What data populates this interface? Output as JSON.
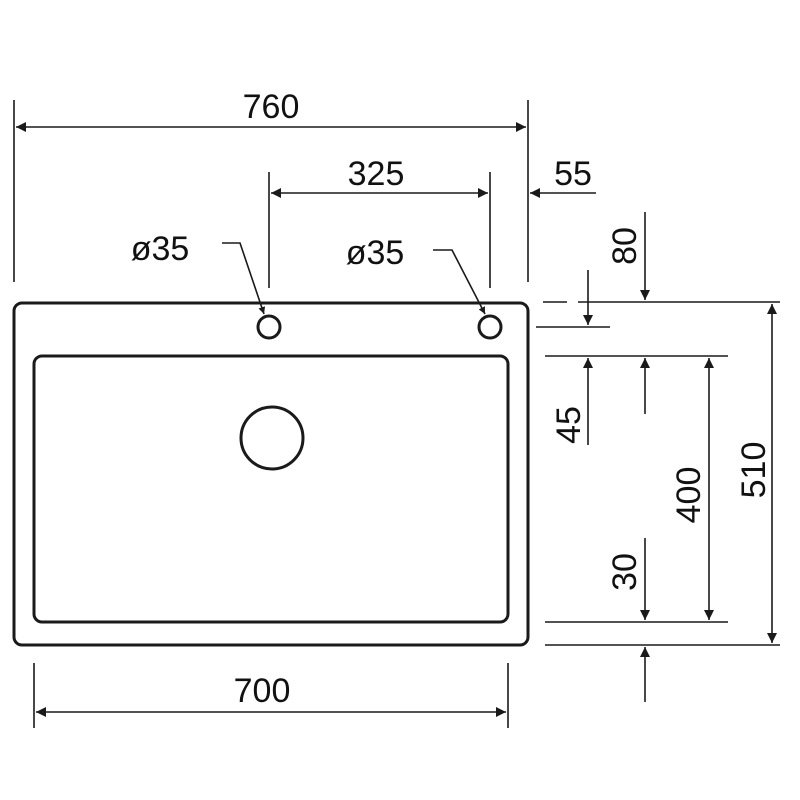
{
  "dimensions": {
    "overall_width": "760",
    "tap_hole_spacing": "325",
    "side_offset": "55",
    "tap_hole_left_diameter": "ø35",
    "tap_hole_right_diameter": "ø35",
    "top_offset": "80",
    "rim_gap": "45",
    "bowl_depth": "400",
    "overall_depth": "510",
    "bottom_offset": "30",
    "bowl_width": "700"
  },
  "colors": {
    "stroke": "#1a1a1a",
    "background": "#ffffff"
  }
}
